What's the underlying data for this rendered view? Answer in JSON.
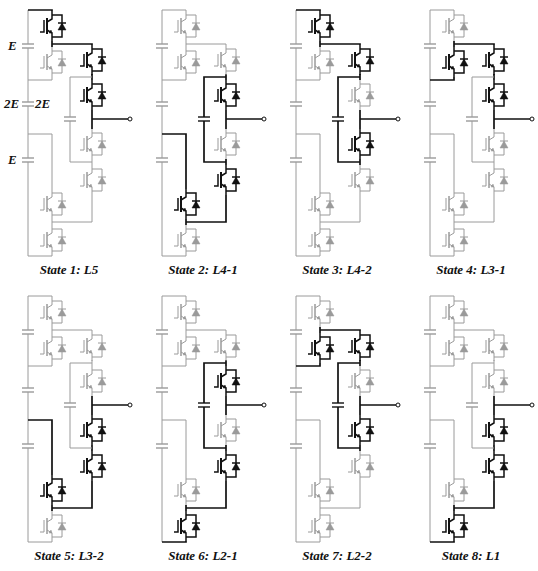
{
  "diagram": {
    "labels": [
      "E",
      "2E",
      "2E",
      "E",
      "State 1: L5",
      "State 2: L4-1",
      "State 3: L4-2",
      "State 4: L3-1",
      "State 5: L3-2",
      "State 6: L2-1",
      "State 7: L2-2",
      "State 8: L1"
    ]
  }
}
